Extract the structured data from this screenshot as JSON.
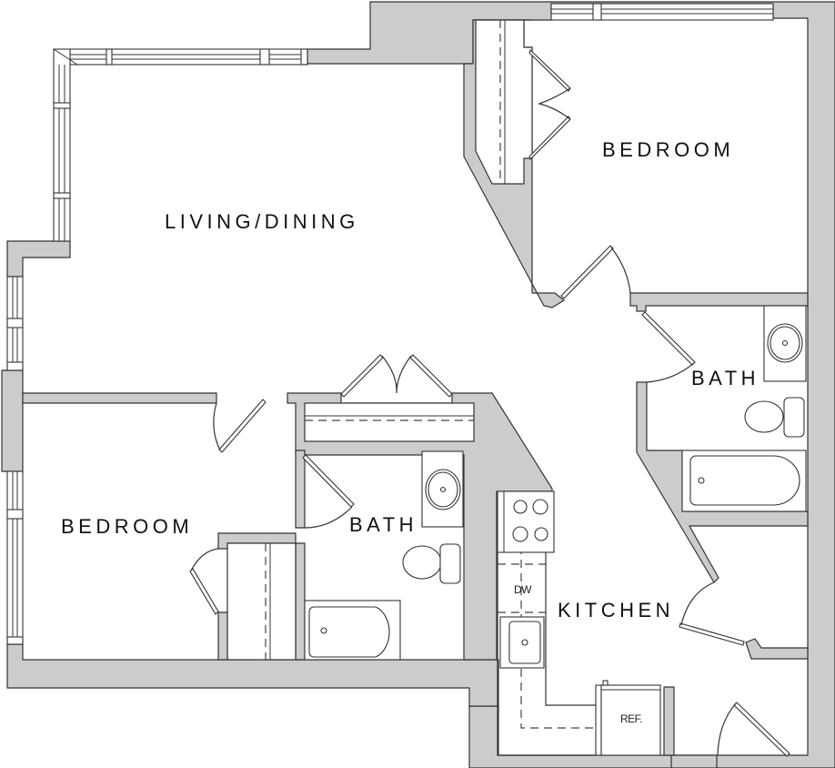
{
  "floorplan": {
    "rooms": {
      "living_dining": "LIVING/DINING",
      "bedroom_1": "BEDROOM",
      "bedroom_2": "BEDROOM",
      "bath_1": "BATH",
      "bath_2": "BATH",
      "kitchen": "KITCHEN"
    },
    "appliances": {
      "dishwasher": "DW",
      "refrigerator": "REF."
    },
    "colors": {
      "wall_fill": "#cccccc",
      "outline": "#333333",
      "background": "#ffffff"
    }
  }
}
